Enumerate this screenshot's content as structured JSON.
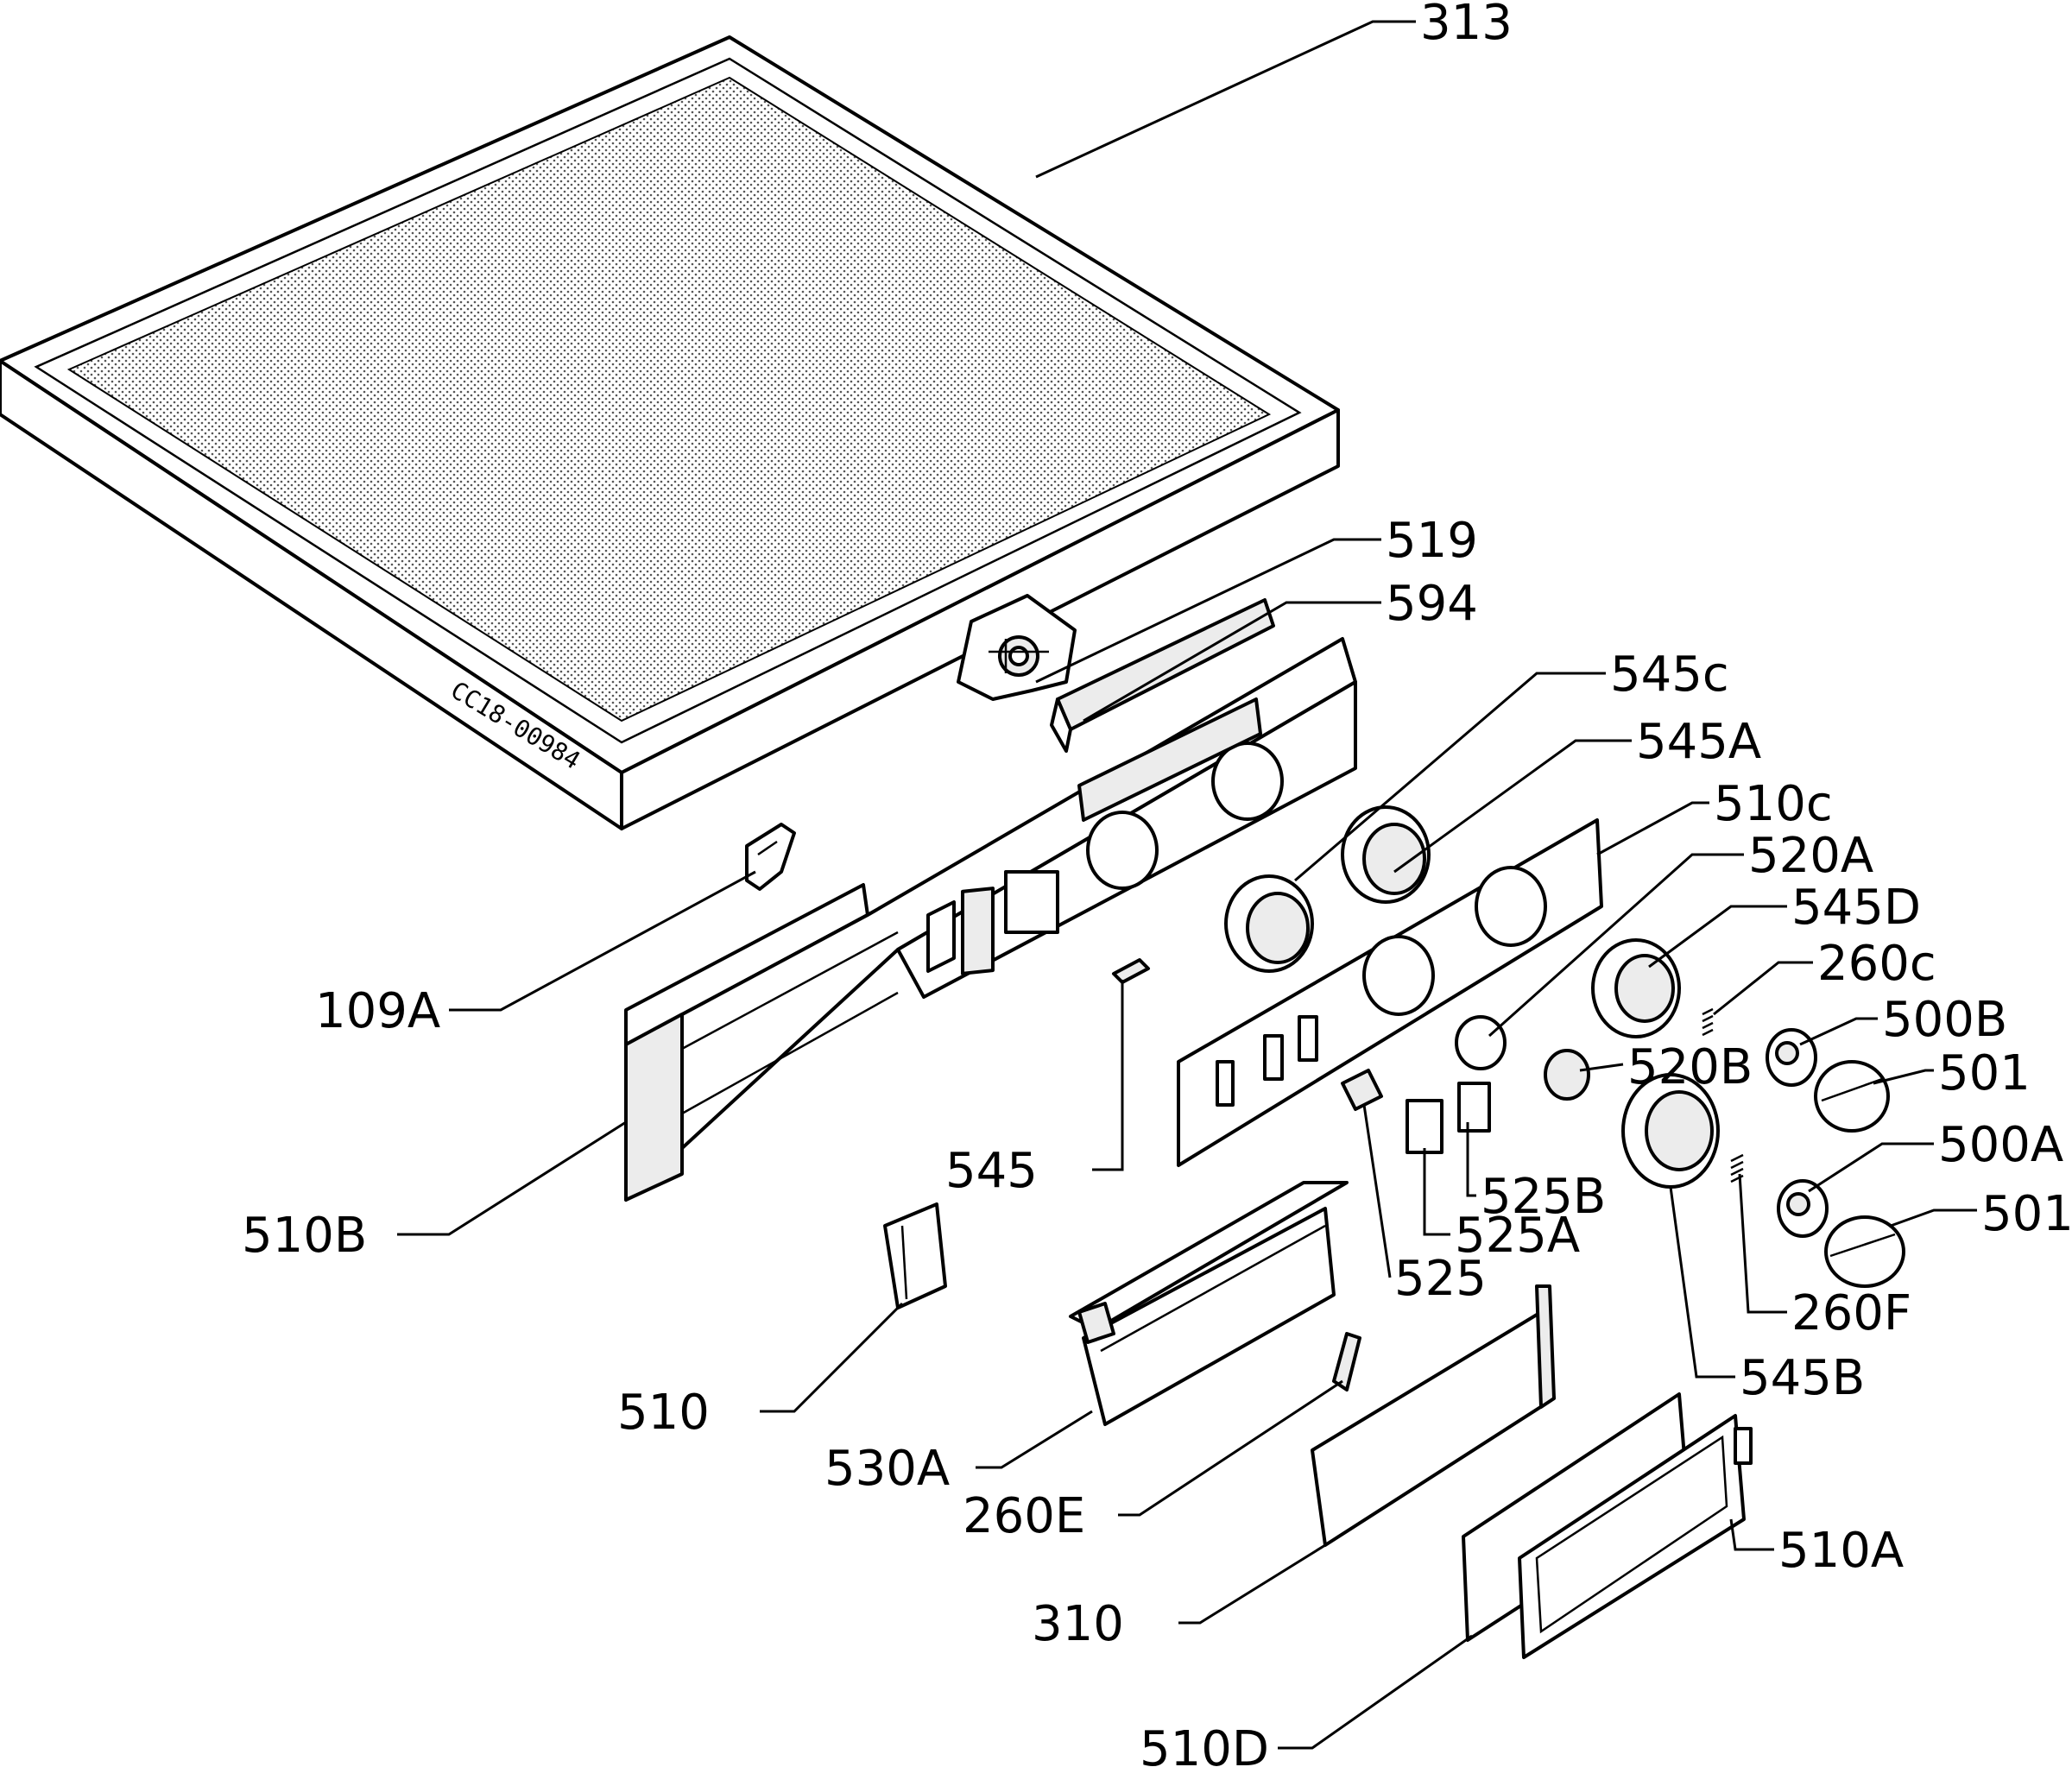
{
  "drawing_code": "CC18-00984",
  "callouts": [
    {
      "id": "313",
      "text": "313"
    },
    {
      "id": "519",
      "text": "519"
    },
    {
      "id": "594",
      "text": "594"
    },
    {
      "id": "545c",
      "text": "545c"
    },
    {
      "id": "545a",
      "text": "545A"
    },
    {
      "id": "510c",
      "text": "510c"
    },
    {
      "id": "520a",
      "text": "520A"
    },
    {
      "id": "545d",
      "text": "545D"
    },
    {
      "id": "260c",
      "text": "260c"
    },
    {
      "id": "500b",
      "text": "500B"
    },
    {
      "id": "501-top",
      "text": "501"
    },
    {
      "id": "520b",
      "text": "520B"
    },
    {
      "id": "500a",
      "text": "500A"
    },
    {
      "id": "501-bottom",
      "text": "501"
    },
    {
      "id": "109a",
      "text": "109A"
    },
    {
      "id": "545",
      "text": "545"
    },
    {
      "id": "525b",
      "text": "525B"
    },
    {
      "id": "525a",
      "text": "525A"
    },
    {
      "id": "525",
      "text": "525"
    },
    {
      "id": "260f",
      "text": "260F"
    },
    {
      "id": "545b",
      "text": "545B"
    },
    {
      "id": "510b",
      "text": "510B"
    },
    {
      "id": "510",
      "text": "510"
    },
    {
      "id": "530a",
      "text": "530A"
    },
    {
      "id": "260e",
      "text": "260E"
    },
    {
      "id": "510a",
      "text": "510A"
    },
    {
      "id": "310",
      "text": "310"
    },
    {
      "id": "510d",
      "text": "510D"
    }
  ]
}
